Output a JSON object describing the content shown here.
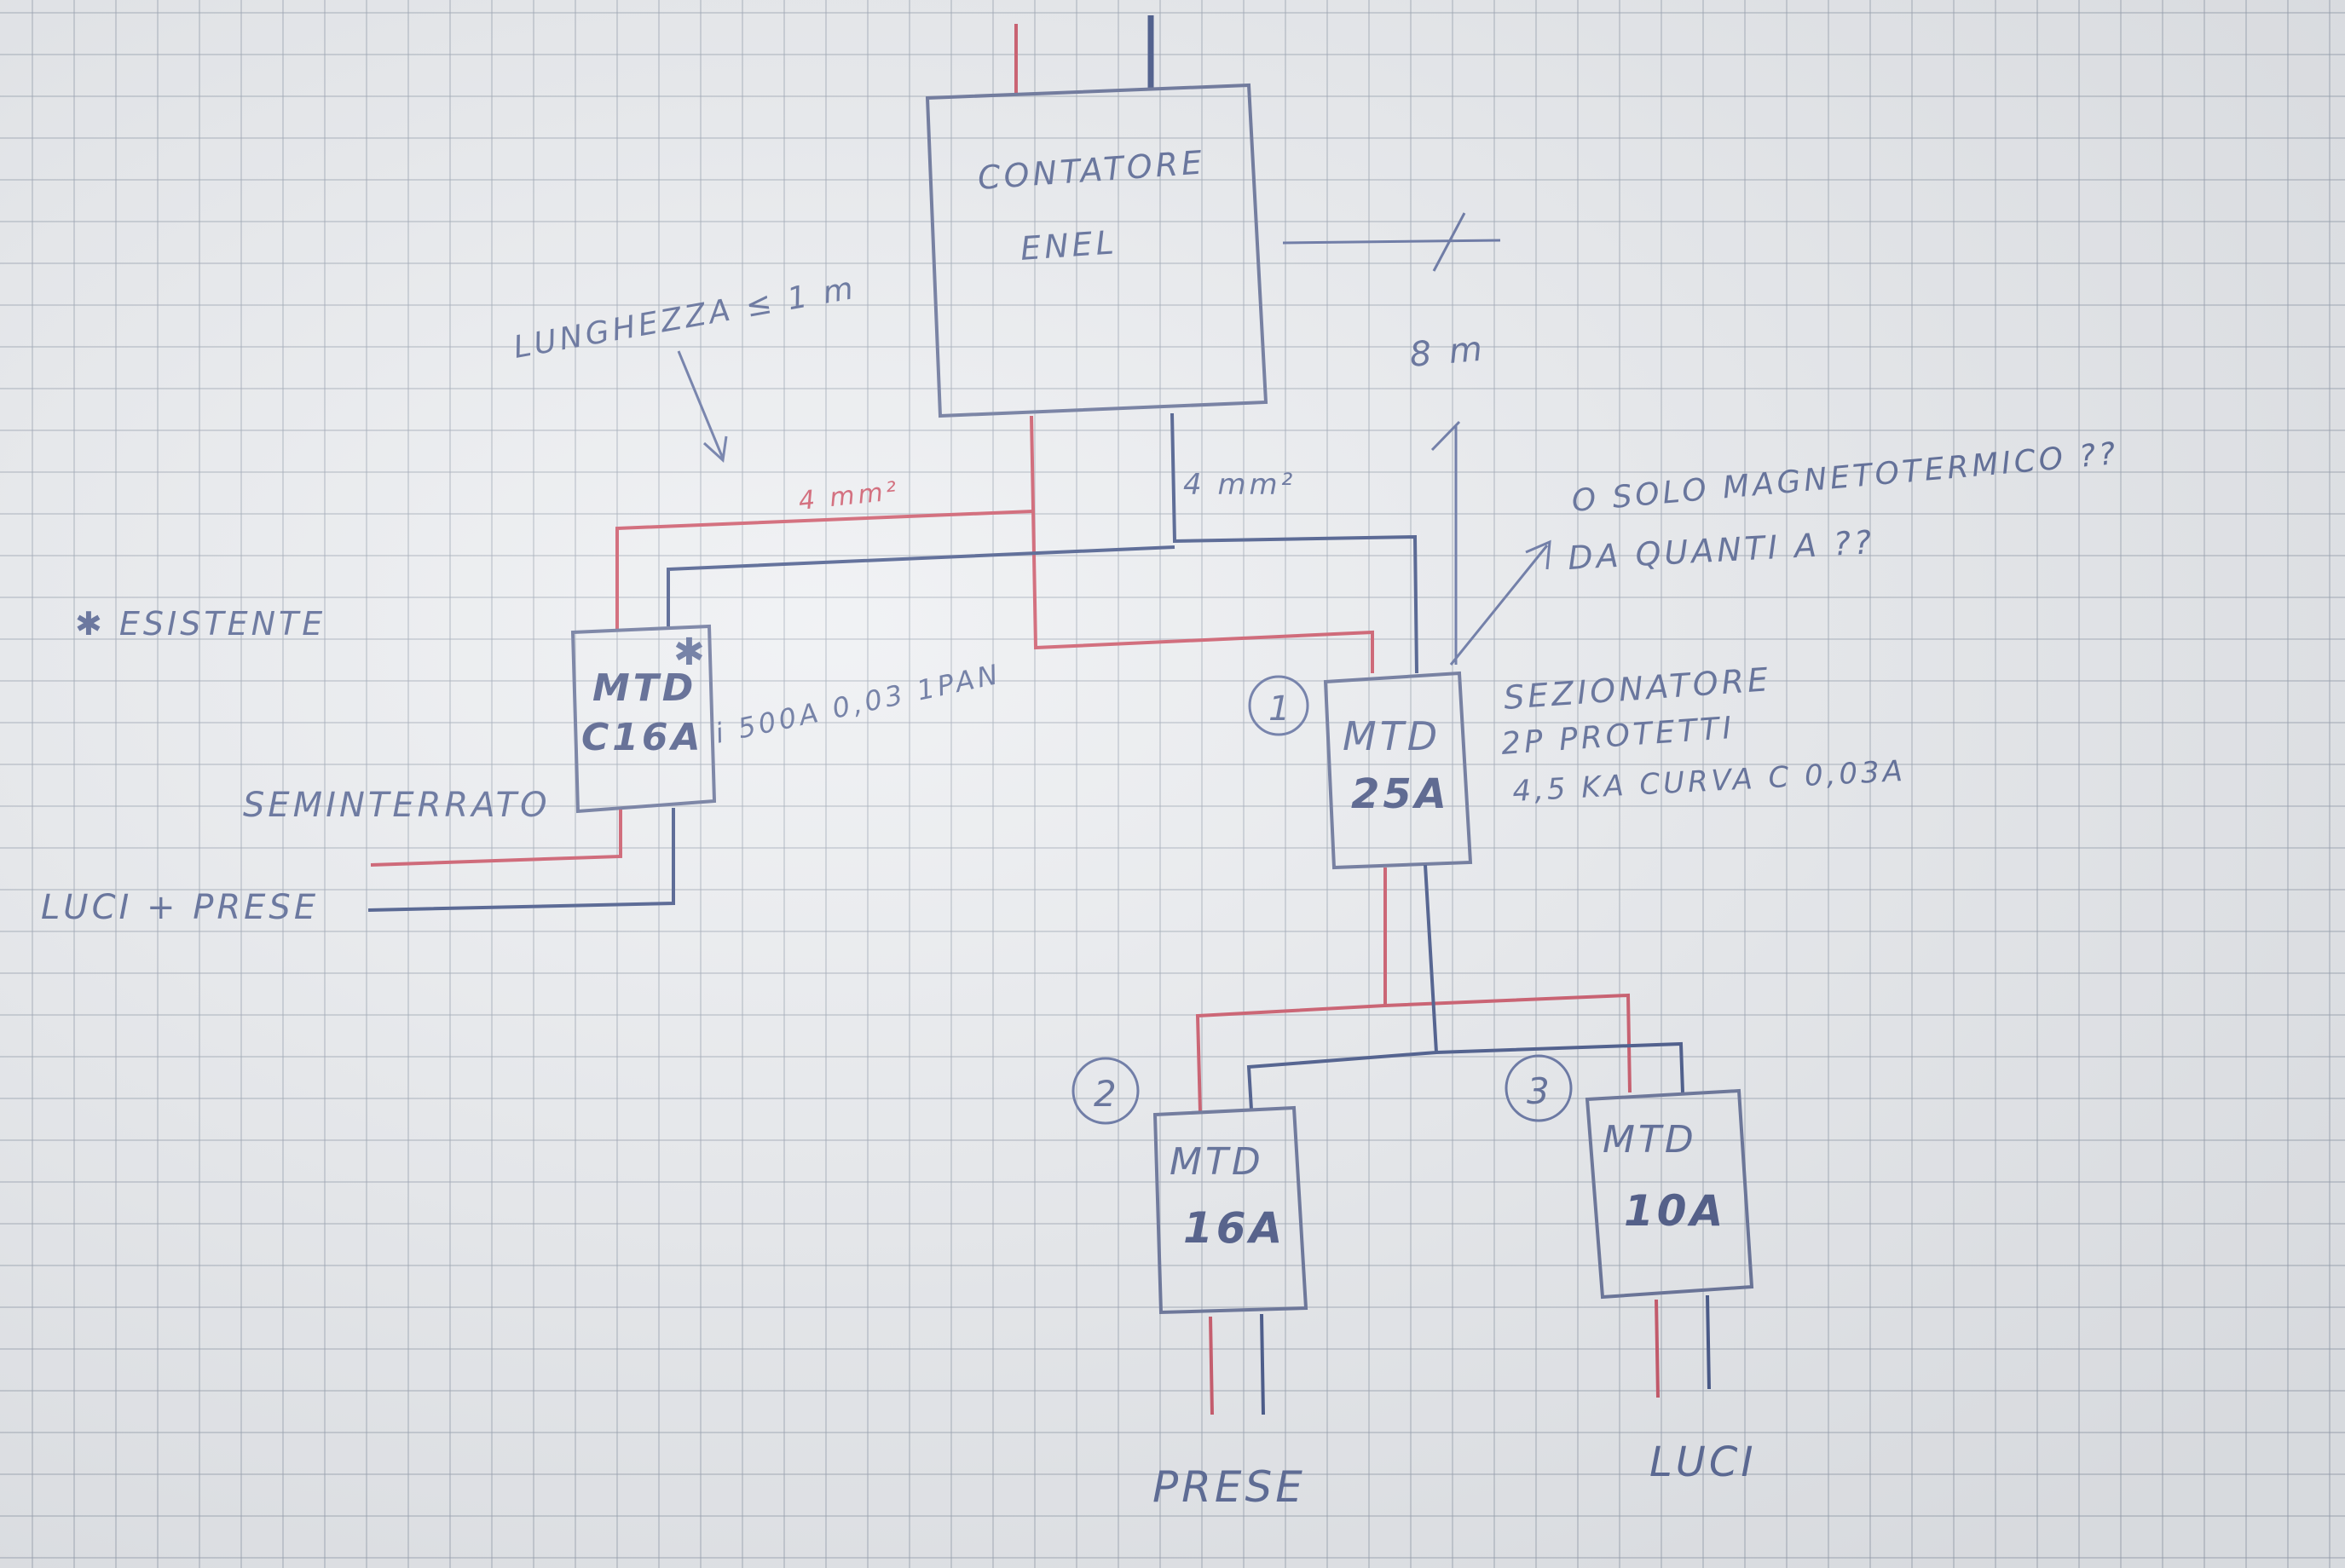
{
  "meter": {
    "line1": "CONTATORE",
    "line2": "ENEL"
  },
  "cable_section_top": "4 mm²",
  "cable_section_left": "4 mm²",
  "length_note": "LUNGHEZZA ≤ 1 m",
  "side_length": "8 m",
  "existing_note": "✱ ESISTENTE",
  "breaker_existing": {
    "line1": "MTD",
    "line2": "C16A",
    "star": "✱",
    "spec": "i 500A 0,03 1PAN"
  },
  "left_circuit_labels": {
    "line1": "SEMINTERRATO",
    "line2": "LUCI + PRESE"
  },
  "breaker_main": {
    "number": "1",
    "line1": "MTD",
    "line2": "25A"
  },
  "main_question": {
    "line1": "O SOLO MAGNETOTERMICO ??",
    "line2": "DA QUANTI A ??"
  },
  "main_spec": {
    "line1": "SEZIONATORE",
    "line2": "2P PROTETTI",
    "line3": "4,5 KA  CURVA C 0,03A"
  },
  "breaker_sockets": {
    "number": "2",
    "line1": "MTD",
    "line2": "16A",
    "output": "PRESE"
  },
  "breaker_lights": {
    "number": "3",
    "line1": "MTD",
    "line2": "10A",
    "output": "LUCI"
  },
  "colors": {
    "phase": "#c9475a",
    "neutral": "#34477e",
    "ink": "#4d5d8e",
    "paper": "#eceef1"
  }
}
